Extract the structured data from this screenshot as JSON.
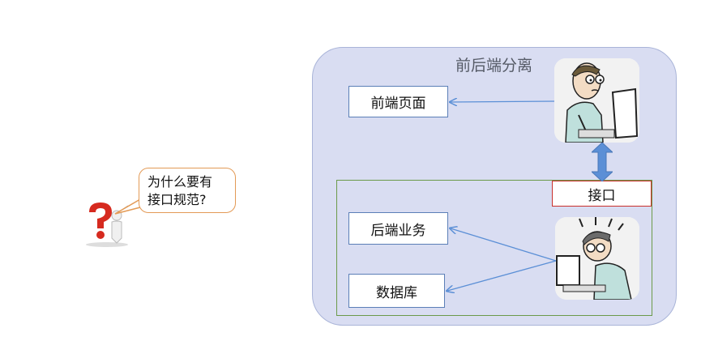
{
  "diagram": {
    "title": "前后端分离",
    "boxes": {
      "frontend_page": "前端页面",
      "backend_business": "后端业务",
      "database": "数据库",
      "interface": "接口"
    },
    "question": {
      "line1": "为什么要有",
      "line2": "接口规范?"
    }
  },
  "colors": {
    "outer_fill": "#d9ddf2",
    "inner_border": "#6b9a4a",
    "interface_border": "#c9302c",
    "box_border": "#5b7fb7",
    "arrow": "#5b8fd6",
    "bubble_border": "#e39a56",
    "question_mark": "#d62a1f"
  },
  "icons": {
    "person": "question-person-icon",
    "developer": "developer-icon",
    "bidirectional_arrow": "double-arrow-icon"
  }
}
